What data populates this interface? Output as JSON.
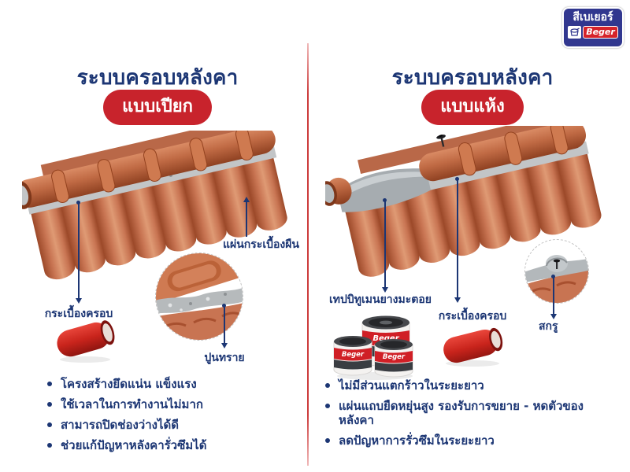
{
  "logo": {
    "thai_name": "สีเบเยอร์",
    "brand": "Beger"
  },
  "left": {
    "title": "ระบบครอบหลังคา",
    "badge": "แบบเปียก",
    "label_tile_sheet": "แผ่นกระเบื้องผืน",
    "label_ridge_tile": "กระเบื้องครอบ",
    "label_mortar": "ปูนทราย",
    "bullets": [
      "โครงสร้างยึดแน่น แข็งแรง",
      "ใช้เวลาในการทำงานไม่มาก",
      "สามารถปิดช่องว่างได้ดี",
      "ช่วยแก้ปัญหาหลังคารั่วซึมได้"
    ]
  },
  "right": {
    "title": "ระบบครอบหลังคา",
    "badge": "แบบแห้ง",
    "label_tape": "เทปบิทูเมนยางมะตอย",
    "label_ridge_tile": "กระเบื้องครอบ",
    "label_screw": "สกรู",
    "product_brand": "Beger",
    "bullets": [
      "ไม่มีส่วนแตกร้าวในระยะยาว",
      "แผ่นแถบยืดหยุ่นสูง รองรับการขยาย - หดตัวของหลังคา",
      "ลดปัญหาการรั่วซึมในระยะยาว"
    ]
  },
  "colors": {
    "navy": "#1c3674",
    "badge_red": "#c8232c",
    "tile_orange": "#c87452",
    "mortar_gray": "#c2c5c7",
    "divider_red": "#cc3b3b",
    "logo_blue": "#31378f",
    "logo_red": "#d6232a"
  }
}
